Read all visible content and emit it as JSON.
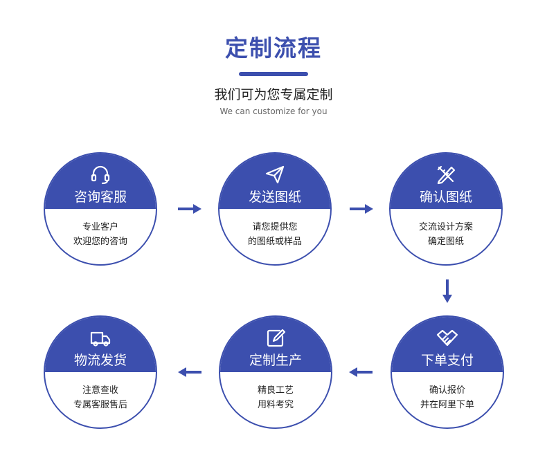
{
  "header": {
    "title": "定制流程",
    "subtitle": "我们可为您专属定制",
    "subtitle_en": "We can customize for you"
  },
  "colors": {
    "accent": "#3c4fae"
  },
  "steps": [
    {
      "icon": "headset-icon",
      "label": "咨询客服",
      "line1": "专业客户",
      "line2": "欢迎您的咨询"
    },
    {
      "icon": "paper-plane-icon",
      "label": "发送图纸",
      "line1": "请您提供您",
      "line2": "的图纸或样品"
    },
    {
      "icon": "pencil-ruler-icon",
      "label": "确认图纸",
      "line1": "交流设计方案",
      "line2": "确定图纸"
    },
    {
      "icon": "handshake-icon",
      "label": "下单支付",
      "line1": "确认报价",
      "line2": "并在阿里下单"
    },
    {
      "icon": "edit-icon",
      "label": "定制生产",
      "line1": "精良工艺",
      "line2": "用料考究"
    },
    {
      "icon": "truck-icon",
      "label": "物流发货",
      "line1": "注意查收",
      "line2": "专属客服售后"
    }
  ]
}
